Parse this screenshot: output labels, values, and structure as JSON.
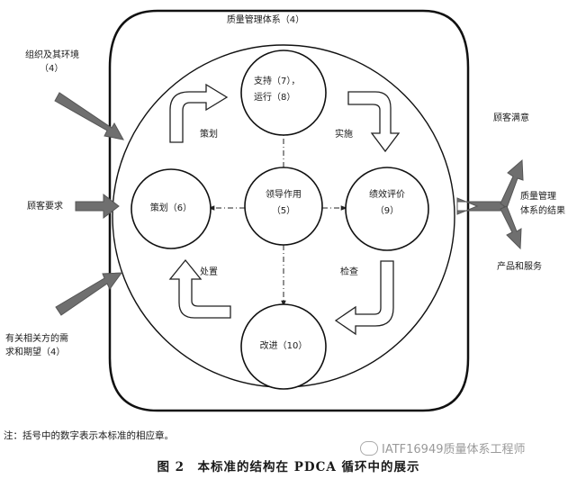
{
  "outer_title": "质量管理体系（4）",
  "inputs": {
    "org_context_1": "组织及其环境",
    "org_context_2": "（4）",
    "customer_requirements": "顾客要求",
    "interested_parties_1": "有关相关方的需",
    "interested_parties_2": "求和期望（4）"
  },
  "outputs": {
    "customer_satisfaction": "顾客满意",
    "qms_results_1": "质量管理",
    "qms_results_2": "体系的结果",
    "products_services": "产品和服务"
  },
  "nodes": {
    "support_1": "支持（7），",
    "support_2": "运行（8）",
    "planning": "策划（6）",
    "leadership_1": "领导作用",
    "leadership_2": "（5）",
    "performance_1": "绩效评价",
    "performance_2": "（9）",
    "improvement": "改进（10）"
  },
  "cycle_labels": {
    "plan": "策划",
    "do": "实施",
    "check": "检查",
    "act": "处置"
  },
  "note": "注：括号中的数字表示本标准的相应章。",
  "watermark": "IATF16949质量体系工程师",
  "caption": "图 2　本标准的结构在 PDCA 循环中的展示"
}
